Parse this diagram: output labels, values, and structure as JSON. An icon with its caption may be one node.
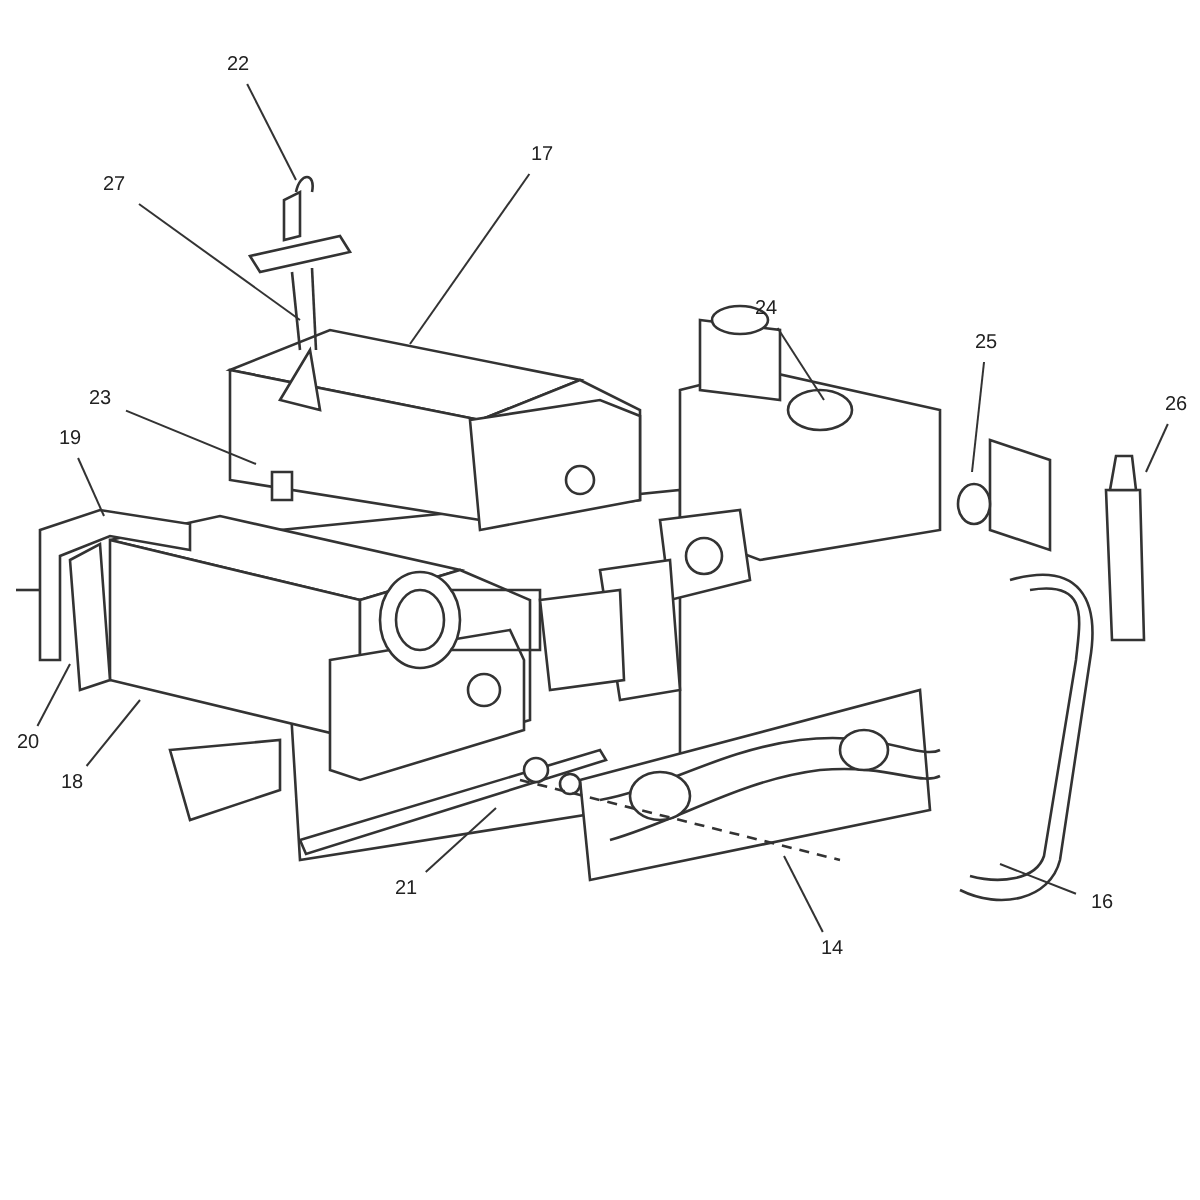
{
  "diagram": {
    "nodes": [
      {
        "text": [
          "22"
        ]
      },
      {
        "text": [
          "27"
        ]
      },
      {
        "text": [
          "17"
        ]
      },
      {
        "text": [
          "23"
        ]
      },
      {
        "text": [
          "24"
        ]
      },
      {
        "text": [
          "25"
        ]
      },
      {
        "text": [
          "26"
        ]
      },
      {
        "text": [
          "19"
        ]
      },
      {
        "text": [
          "20"
        ]
      },
      {
        "text": [
          "18"
        ]
      },
      {
        "text": [
          "21"
        ]
      },
      {
        "text": [
          "14"
        ]
      },
      {
        "text": [
          "16"
        ]
      }
    ],
    "edges": [
      {
        "from": 0,
        "to": null,
        "arrow": "none"
      },
      {
        "from": 1,
        "to": null,
        "arrow": "none"
      },
      {
        "from": 2,
        "to": null,
        "arrow": "none"
      },
      {
        "from": 3,
        "to": null,
        "arrow": "none"
      },
      {
        "from": 4,
        "to": null,
        "arrow": "none"
      },
      {
        "from": 5,
        "to": null,
        "arrow": "none"
      },
      {
        "from": 6,
        "to": null,
        "arrow": "none"
      },
      {
        "from": 7,
        "to": null,
        "arrow": "none"
      },
      {
        "from": 8,
        "to": null,
        "arrow": "none"
      },
      {
        "from": 9,
        "to": null,
        "arrow": "none"
      },
      {
        "from": 10,
        "to": null,
        "arrow": "none"
      },
      {
        "from": 11,
        "to": null,
        "arrow": "none"
      },
      {
        "from": 12,
        "to": null,
        "arrow": "none"
      }
    ]
  }
}
